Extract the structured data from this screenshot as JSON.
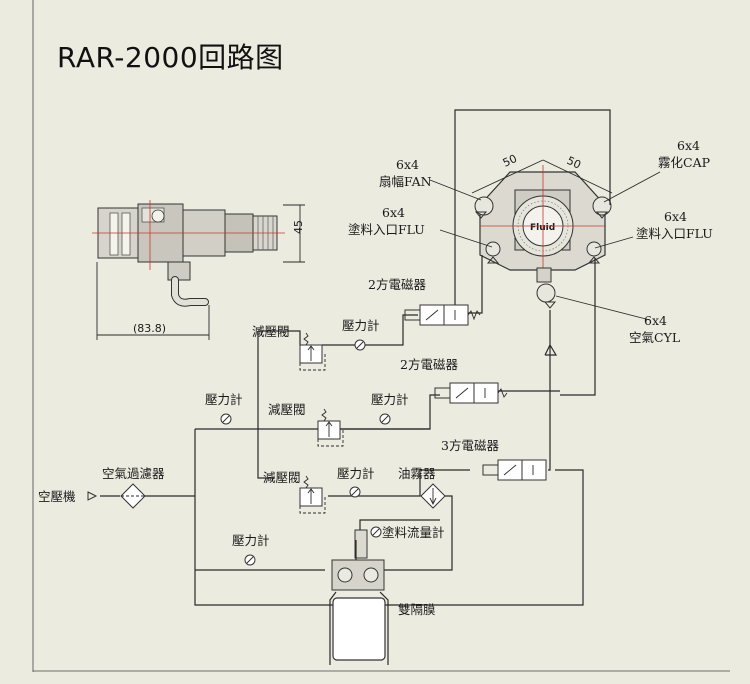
{
  "title": "RAR-2000回路图",
  "labels": {
    "fan_size": "6x4",
    "fan_name": "扇幅FAN",
    "flu_left_size": "6x4",
    "flu_left_name": "塗料入口FLU",
    "cap_size": "6x4",
    "cap_name": "霧化CAP",
    "flu_right_size": "6x4",
    "flu_right_name": "塗料入口FLU",
    "cyl_size": "6x4",
    "cyl_name": "空氣CYL",
    "dim_50_left": "50",
    "dim_50_right": "50",
    "dim_45": "45",
    "dim_838": "(83.8)",
    "gun_logo": "Fluid",
    "solenoid_1": "2方電磁器",
    "solenoid_2": "2方電磁器",
    "solenoid_3": "3方電磁器",
    "regulator_1": "減壓閥",
    "regulator_2": "減壓閥",
    "regulator_3": "減壓閥",
    "gauge_1": "壓力計",
    "gauge_2": "壓力計",
    "gauge_3": "壓力計",
    "gauge_4": "壓力計",
    "gauge_5": "壓力計",
    "air_filter": "空氣過濾器",
    "compressor": "空壓機",
    "lubricator": "油霧器",
    "flow_meter": "塗料流量計",
    "pump": "雙隔膜"
  }
}
